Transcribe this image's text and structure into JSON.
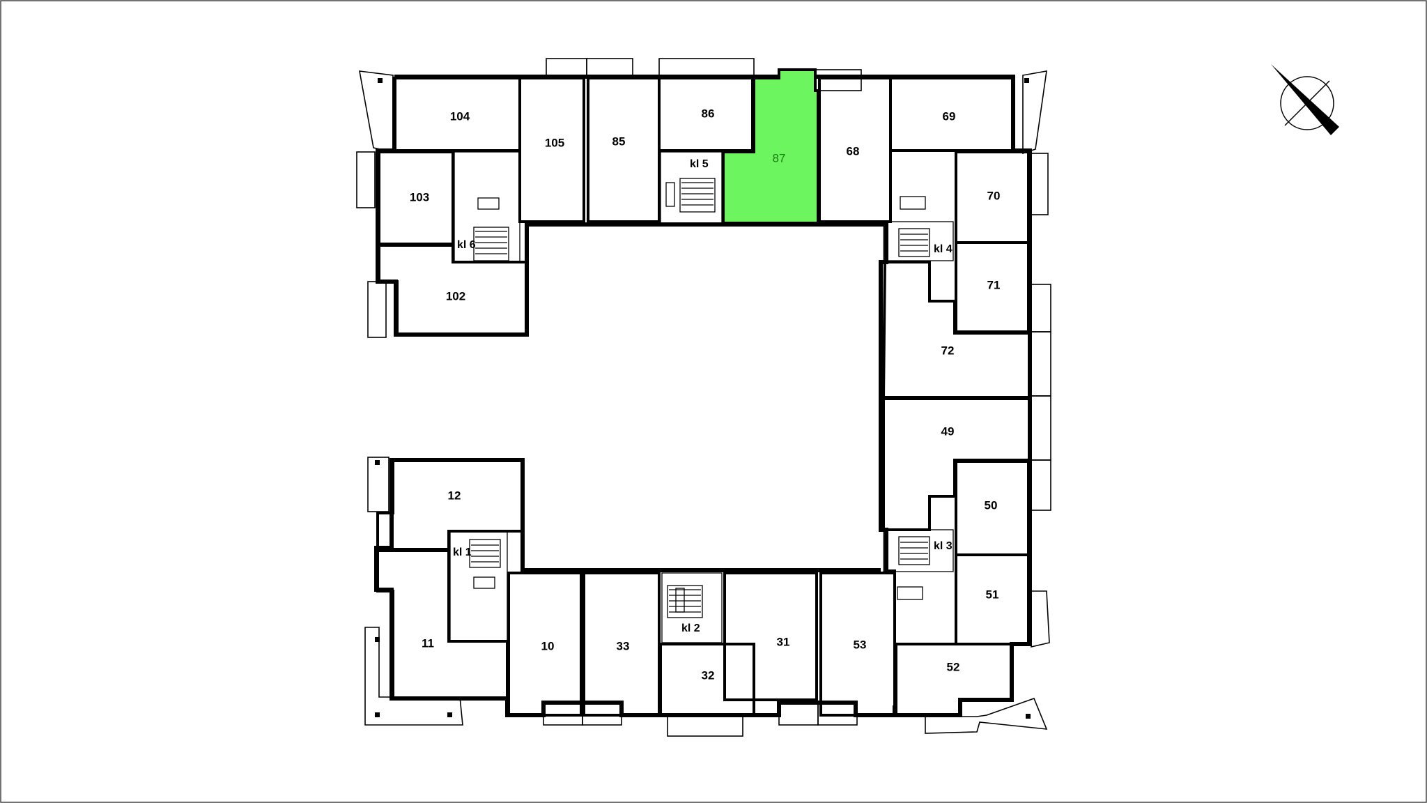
{
  "plan": {
    "highlight_color": "#6cf55f",
    "selected_unit": "87",
    "units": [
      {
        "id": "104",
        "label": "104"
      },
      {
        "id": "105",
        "label": "105"
      },
      {
        "id": "85",
        "label": "85"
      },
      {
        "id": "86",
        "label": "86"
      },
      {
        "id": "87",
        "label": "87"
      },
      {
        "id": "68",
        "label": "68"
      },
      {
        "id": "69",
        "label": "69"
      },
      {
        "id": "103",
        "label": "103"
      },
      {
        "id": "102",
        "label": "102"
      },
      {
        "id": "70",
        "label": "70"
      },
      {
        "id": "71",
        "label": "71"
      },
      {
        "id": "72",
        "label": "72"
      },
      {
        "id": "49",
        "label": "49"
      },
      {
        "id": "50",
        "label": "50"
      },
      {
        "id": "51",
        "label": "51"
      },
      {
        "id": "52",
        "label": "52"
      },
      {
        "id": "53",
        "label": "53"
      },
      {
        "id": "31",
        "label": "31"
      },
      {
        "id": "32",
        "label": "32"
      },
      {
        "id": "33",
        "label": "33"
      },
      {
        "id": "10",
        "label": "10"
      },
      {
        "id": "11",
        "label": "11"
      },
      {
        "id": "12",
        "label": "12"
      }
    ],
    "staircases": [
      {
        "id": "kl1",
        "label": "kl 1"
      },
      {
        "id": "kl2",
        "label": "kl 2"
      },
      {
        "id": "kl3",
        "label": "kl 3"
      },
      {
        "id": "kl4",
        "label": "kl 4"
      },
      {
        "id": "kl5",
        "label": "kl 5"
      },
      {
        "id": "kl6",
        "label": "kl 6"
      }
    ]
  },
  "compass": {
    "icon": "north-arrow-icon"
  }
}
